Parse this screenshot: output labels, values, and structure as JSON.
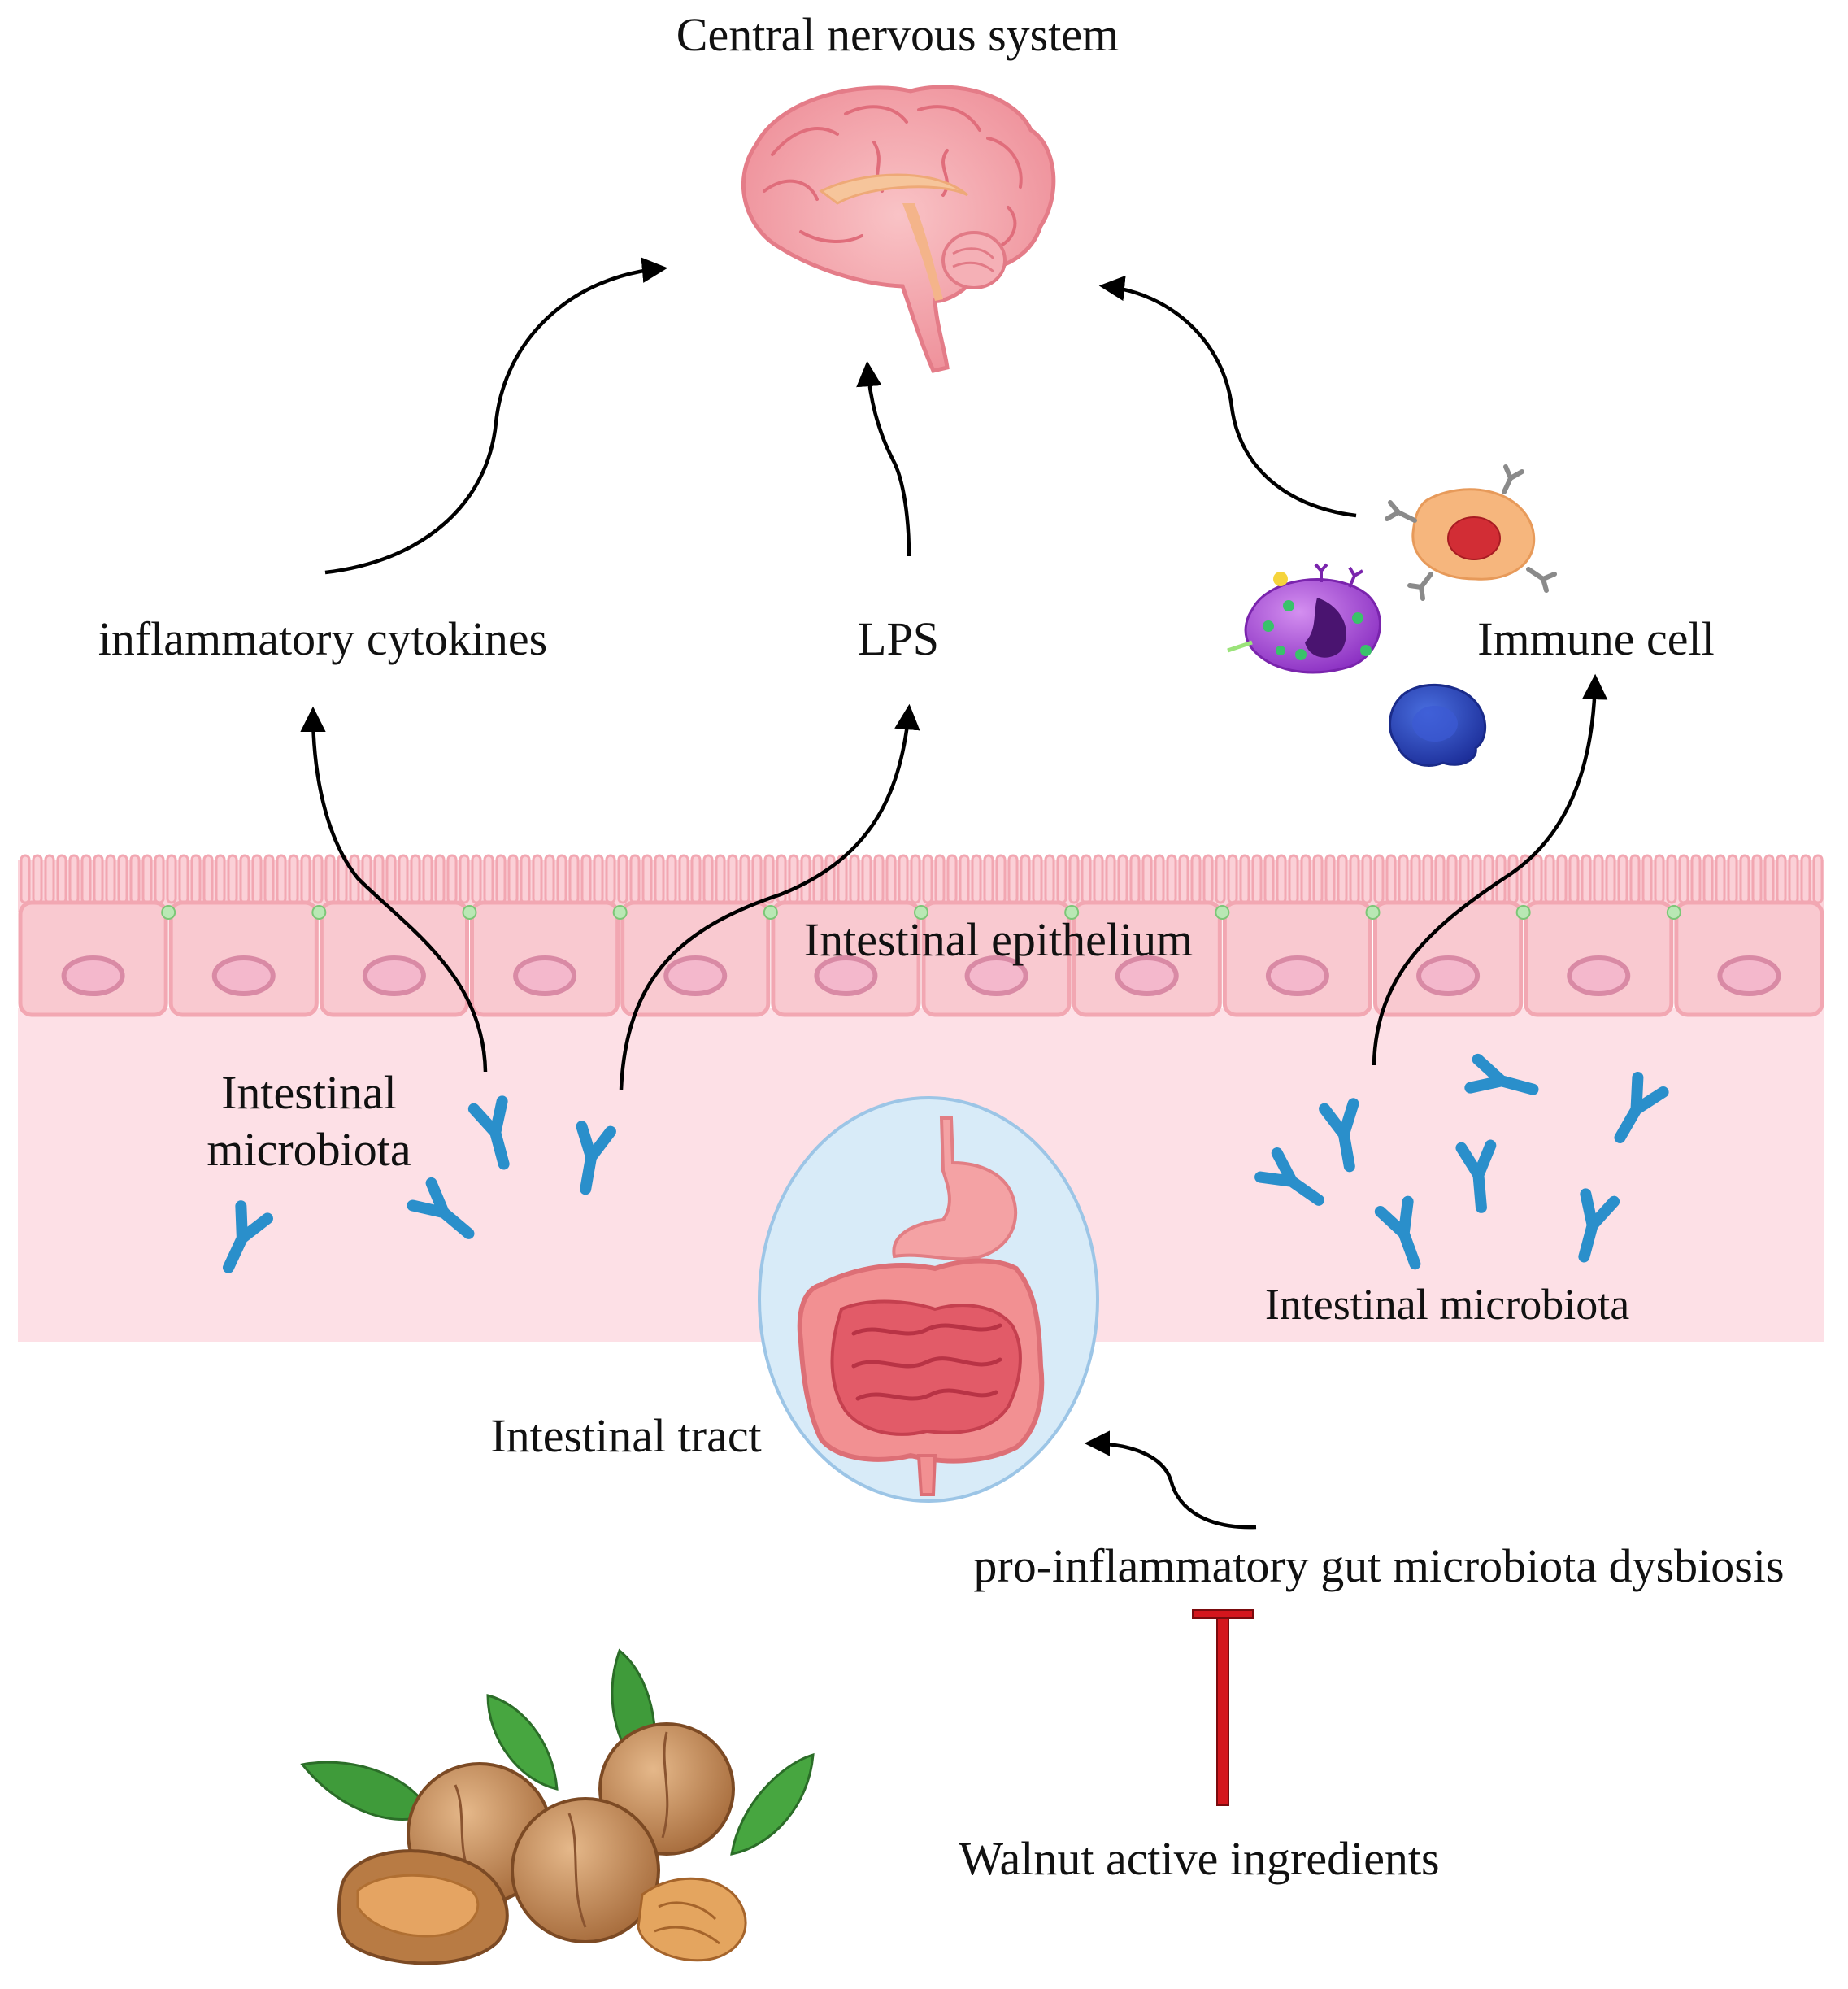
{
  "labels": {
    "cns": "Central nervous system",
    "cytokines": "inflammatory cytokines",
    "lps": "LPS",
    "immune": "Immune cell",
    "epithelium": "Intestinal epithelium",
    "microbiota_left_1": "Intestinal",
    "microbiota_left_2": "microbiota",
    "microbiota_right": "Intestinal microbiota",
    "tract": "Intestinal tract",
    "dysbiosis": "pro-inflammatory gut microbiota dysbiosis",
    "walnut": "Walnut active ingredients"
  },
  "colors": {
    "epithelium_cell": "#f9c9d0",
    "epithelium_border": "#f2a7b2",
    "nucleus": "#d98aa5",
    "lumen": "#fde0e6",
    "bacteria": "#2a8fcb",
    "inhibition": "#d4161d",
    "brain": "#f3a5ab",
    "gut_circle": "#d8ebf8"
  },
  "icons": [
    "brain-icon",
    "immune-cell-icon",
    "gut-icon",
    "walnut-icon",
    "bacteria-icon"
  ]
}
